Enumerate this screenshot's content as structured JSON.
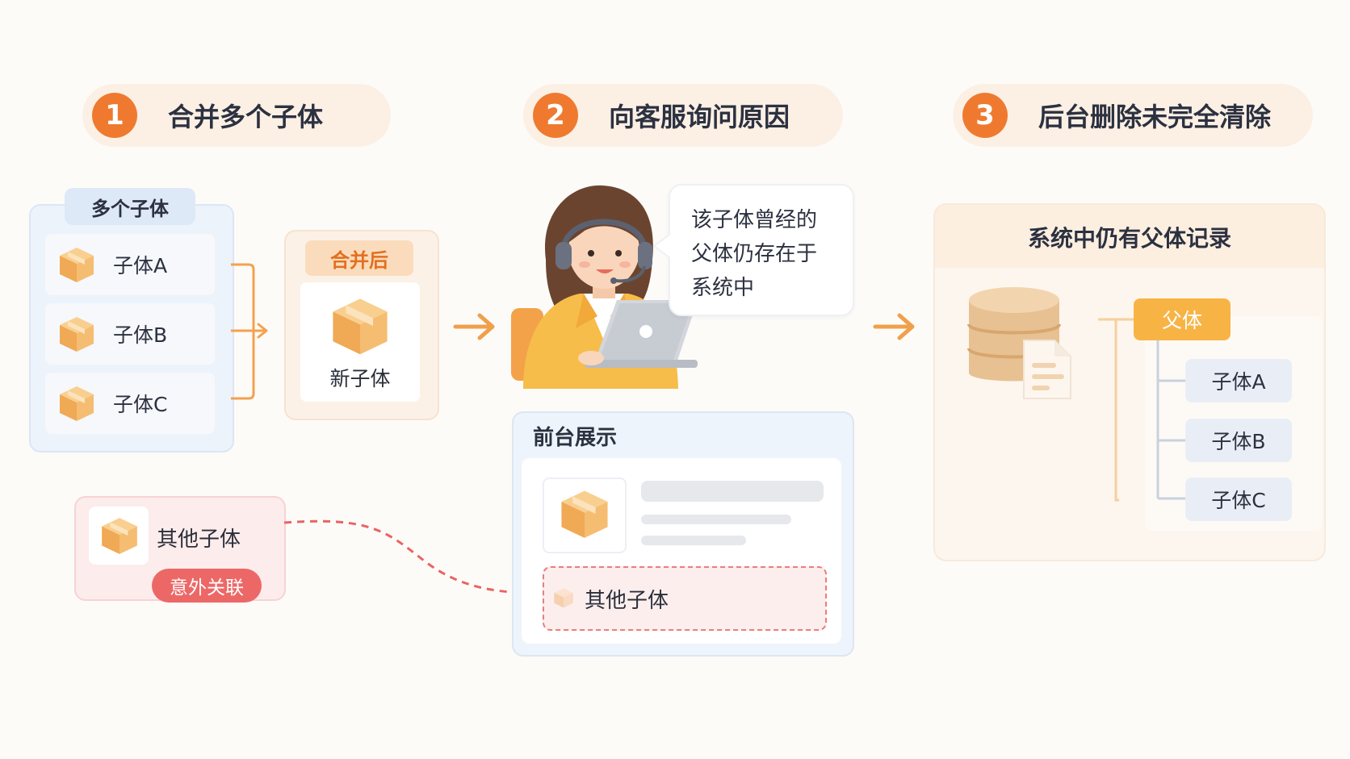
{
  "steps": [
    {
      "num": "1",
      "label": "合并多个子体"
    },
    {
      "num": "2",
      "label": "向客服询问原因"
    },
    {
      "num": "3",
      "label": "后台删除未完全清除"
    }
  ],
  "merge": {
    "group_label": "多个子体",
    "children": [
      "子体A",
      "子体B",
      "子体C"
    ],
    "merged_tag": "合并后",
    "new_child": "新子体",
    "other_child": "其他子体",
    "warning_badge": "意外关联"
  },
  "support": {
    "speech_lines": [
      "该子体曾经的",
      "父体仍存在于",
      "系统中"
    ],
    "front_title": "前台展示",
    "front_other_child": "其他子体"
  },
  "system": {
    "title": "系统中仍有父体记录",
    "parent_label": "父体",
    "children": [
      "子体A",
      "子体B",
      "子体C"
    ]
  },
  "colors": {
    "accent_orange": "#ef7a2f",
    "warning_red": "#ec6867",
    "parent_yellow": "#f7b445",
    "arrow_orange": "#f0a04b"
  }
}
